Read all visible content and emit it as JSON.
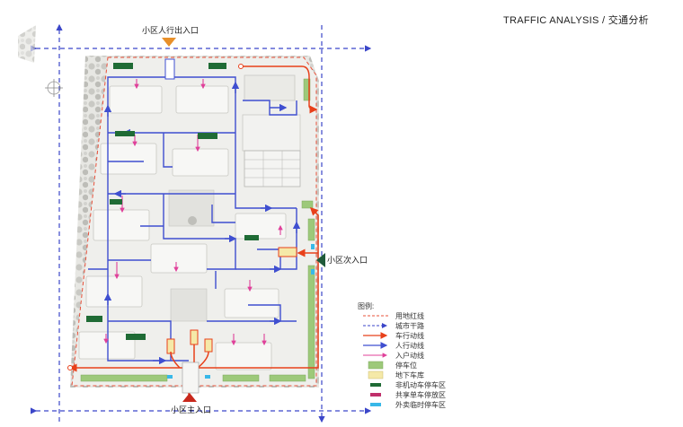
{
  "title": "TRAFFIC ANALYSIS / 交通分析",
  "labels": {
    "north_entrance": "小区人行出入口",
    "east_entrance": "小区次入口",
    "main_entrance": "小区主入口"
  },
  "legend": {
    "heading": "图例:",
    "items": [
      {
        "name": "site-redline",
        "label": "用地红线",
        "color": "#e8503a",
        "kind": "dash-line"
      },
      {
        "name": "city-road",
        "label": "城市干路",
        "color": "#3b46c9",
        "kind": "dash-arrow"
      },
      {
        "name": "vehicle-flow",
        "label": "车行动线",
        "color": "#e8401a",
        "kind": "arrow"
      },
      {
        "name": "pedestrian-flow",
        "label": "人行动线",
        "color": "#3f4fd0",
        "kind": "arrow"
      },
      {
        "name": "entry-flow",
        "label": "入户动线",
        "color": "#e0409a",
        "kind": "arrow"
      },
      {
        "name": "parking-space",
        "label": "停车位",
        "color": "#9dc97a",
        "kind": "box"
      },
      {
        "name": "underground-garage",
        "label": "地下车库",
        "color": "#f5e9a8",
        "kind": "box"
      },
      {
        "name": "non-motor-parking",
        "label": "非机动车停车区",
        "color": "#1f6b35",
        "kind": "bar"
      },
      {
        "name": "shared-bike-parking",
        "label": "共享单车停放区",
        "color": "#c0306b",
        "kind": "bar"
      },
      {
        "name": "takeaway-parking",
        "label": "外卖临时停车区",
        "color": "#38b8e8",
        "kind": "bar"
      }
    ]
  },
  "colors": {
    "redline": "#e8503a",
    "city_road": "#3b46c9",
    "vehicle": "#e8401a",
    "pedestrian": "#3f4fd0",
    "entry": "#e0409a",
    "parking": "#9dc97a",
    "garage": "#f5e9a8",
    "non_motor": "#1f6b35",
    "takeaway": "#38b8e8",
    "entrance_marker_orange": "#e8902a",
    "entrance_marker_red": "#c8281c",
    "entrance_marker_green": "#1f5a3a"
  }
}
